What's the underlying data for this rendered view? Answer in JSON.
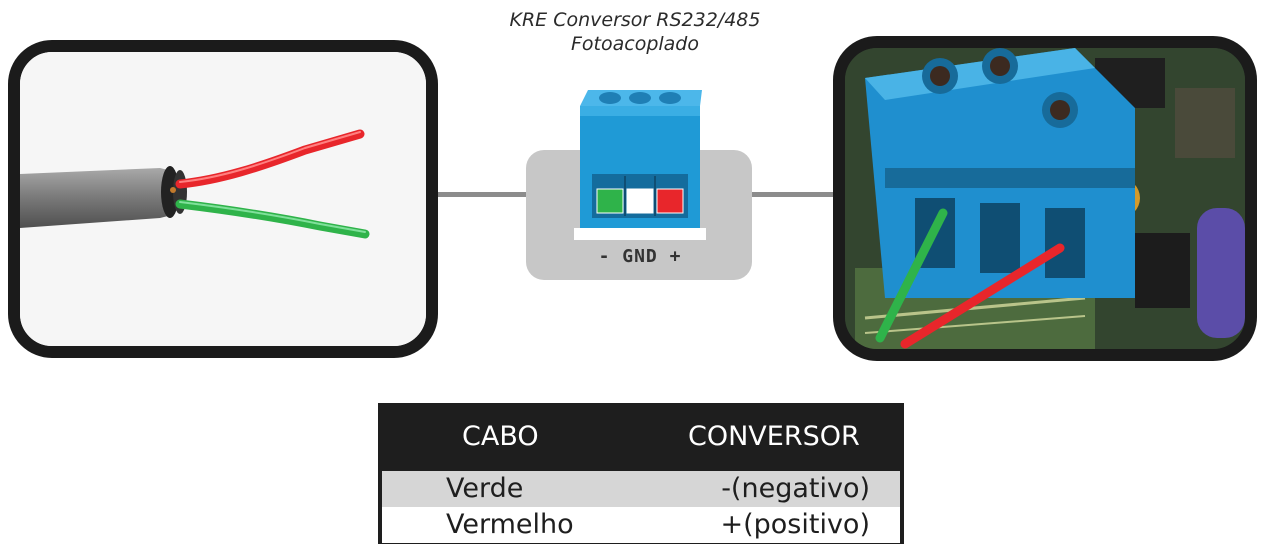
{
  "title": {
    "line1": "KRE Conversor RS232/485",
    "line2": "Fotoacoplado"
  },
  "converter": {
    "terminal_label": "- GND +",
    "terminal_colors": [
      "#2fb34a",
      "#ffffff",
      "#e8262b"
    ]
  },
  "table": {
    "headers": [
      "CABO",
      "CONVERSOR"
    ],
    "rows": [
      [
        "Verde",
        "-(negativo)"
      ],
      [
        "Vermelho",
        "+(positivo)"
      ]
    ]
  },
  "colors": {
    "frame": "#1b1b1b",
    "terminal_blue": "#1f9ad6",
    "wire_red": "#e8262b",
    "wire_green": "#2fb34a",
    "table_header": "#1e1e1e",
    "row_alt": "#d6d6d6"
  }
}
